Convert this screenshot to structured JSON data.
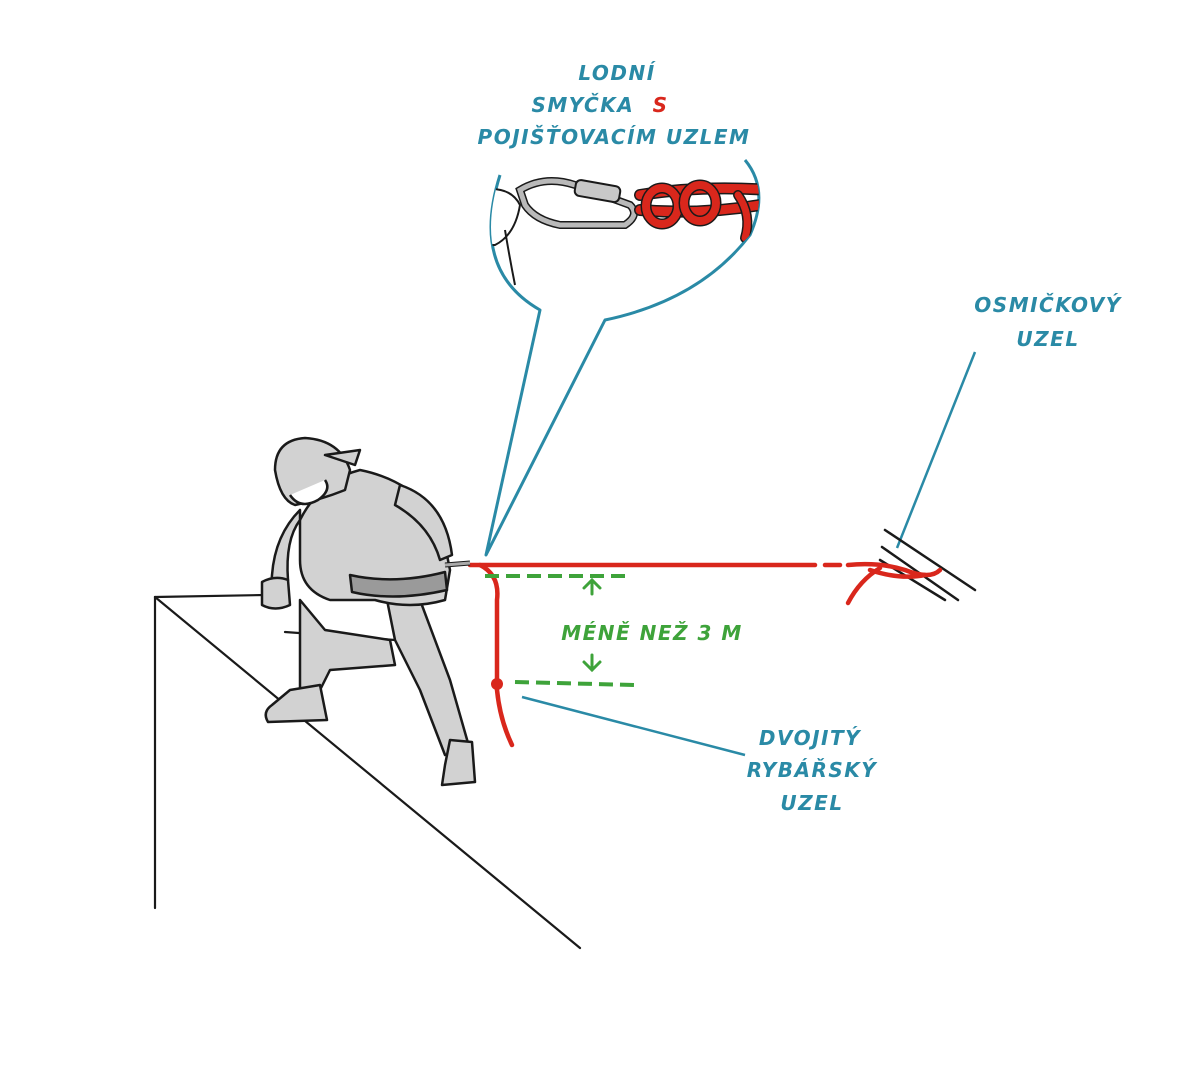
{
  "labels": {
    "bowline_line1": "LODNÍ",
    "bowline_line2_a": "SMYČKA",
    "bowline_line2_b": "S",
    "bowline_line3": "POJIŠŤOVACÍM UZLEM",
    "figure_eight_line1": "OSMIČKOVÝ",
    "figure_eight_line2": "UZEL",
    "distance": "MÉNĚ NEŽ 3 M",
    "fisherman_line1": "DVOJITÝ",
    "fisherman_line2": "RYBÁŘSKÝ",
    "fisherman_line3": "UZEL"
  },
  "colors": {
    "callout": "#2a8aa6",
    "rope": "#d9271c",
    "measure": "#3ea33a",
    "figure": "#d2d2d2",
    "ink": "#1a1a1a"
  }
}
